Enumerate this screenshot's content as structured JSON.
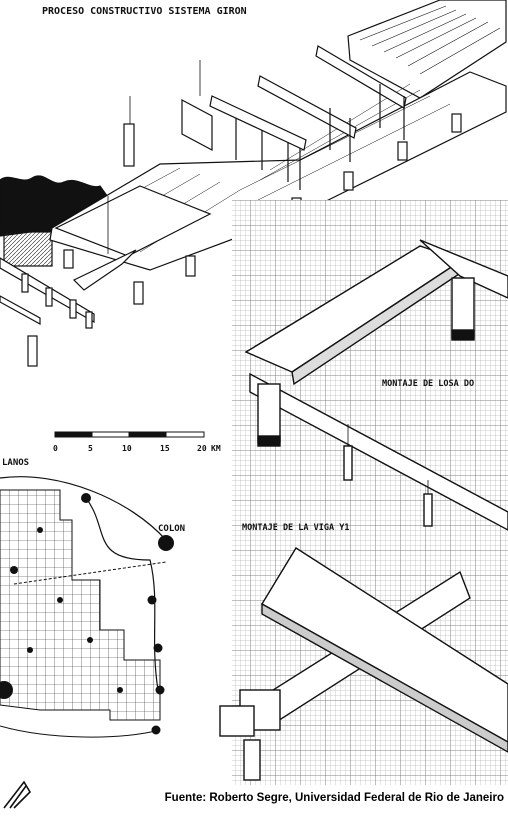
{
  "header": {
    "title": "PROCESO CONSTRUCTIVO SISTEMA GIRON"
  },
  "scale_bar": {
    "ticks": [
      "0",
      "5",
      "10",
      "15",
      "20"
    ],
    "unit": "KM"
  },
  "map": {
    "label_fragment": "LANOS",
    "city_label": "COLON"
  },
  "details": {
    "slab_label": "MONTAJE DE LOSA DO",
    "beam_label": "MONTAJE DE LA VIGA Y1"
  },
  "caption": {
    "text": "Fuente: Roberto Segre, Universidad Federal de Rio de Janeiro"
  },
  "colors": {
    "ink": "#111111",
    "paper": "#ffffff",
    "grid": "#bdbdbd"
  }
}
